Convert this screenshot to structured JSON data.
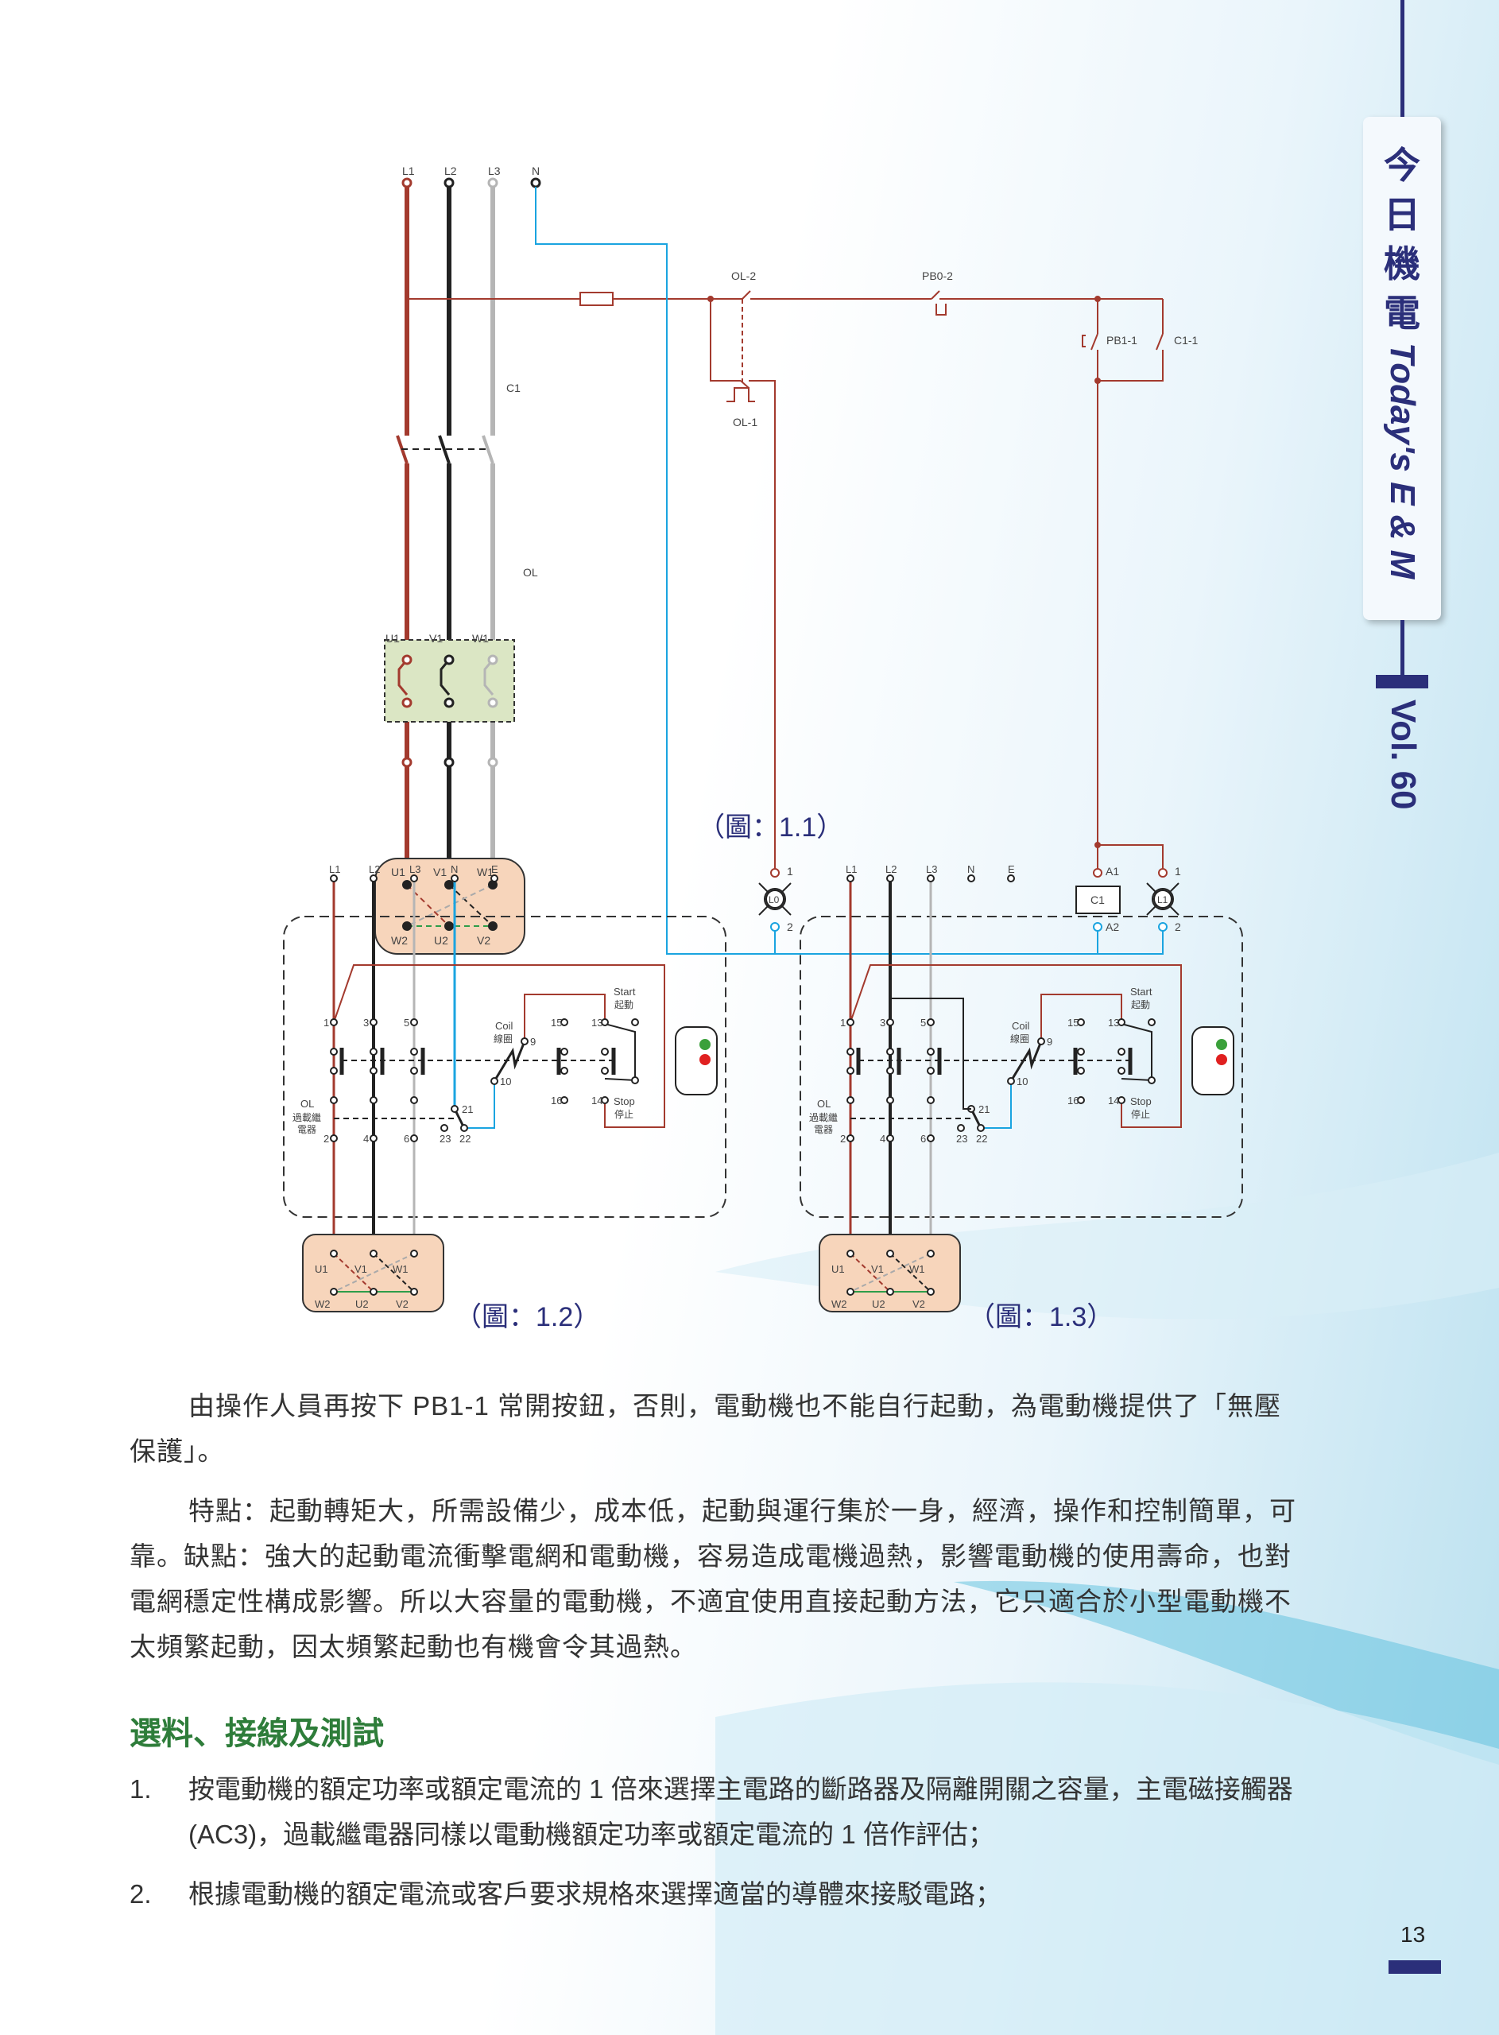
{
  "sidebar": {
    "title_cjk": [
      "今",
      "日",
      "機",
      "電"
    ],
    "title_en": "Today's E & M",
    "volume": "Vol. 60"
  },
  "fig1": {
    "caption": "（圖：1.1）",
    "lines": [
      "L1",
      "L2",
      "L3",
      "N"
    ],
    "contactor": "C1",
    "overload": "OL",
    "motor_top": [
      "U1",
      "V1",
      "W1"
    ],
    "motor_bottom": [
      "W2",
      "U2",
      "V2"
    ],
    "ol2": "OL-2",
    "ol1": "OL-1",
    "pb0": "PB0-2",
    "pb1": "PB1-1",
    "c11": "C1-1",
    "lamp0": "L0",
    "lamp1": "L1",
    "coil": "C1",
    "a1": "A1",
    "a2": "A2",
    "t1": "1",
    "t2": "2"
  },
  "fig2": {
    "caption": "（圖：1.2）",
    "lines": [
      "L1",
      "L2",
      "L3",
      "N",
      "E"
    ],
    "terms_top": [
      "1",
      "3",
      "5"
    ],
    "terms_bottom": [
      "2",
      "4",
      "6"
    ],
    "ol_label": "OL",
    "ol_cjk1": "過載繼",
    "ol_cjk2": "電器",
    "coil_en": "Coil",
    "coil_cjk": "線圈",
    "t9": "9",
    "t10": "10",
    "t15": "15",
    "t16": "16",
    "t13": "13",
    "t14": "14",
    "t21": "21",
    "t22": "22",
    "t23": "23",
    "start_en": "Start",
    "start_cjk": "起動",
    "stop_en": "Stop",
    "stop_cjk": "停止",
    "motor_top": [
      "U1",
      "V1",
      "W1"
    ],
    "motor_bottom": [
      "W2",
      "U2",
      "V2"
    ]
  },
  "fig3": {
    "caption": "（圖：1.3）"
  },
  "body": {
    "p1": "由操作人員再按下 PB1-1 常開按鈕，否則，電動機也不能自行起動，為電動機提供了「無壓保護」。",
    "p2": "特點：起動轉矩大，所需設備少，成本低，起動與運行集於一身，經濟，操作和控制簡單，可靠。缺點：強大的起動電流衝擊電網和電動機，容易造成電機過熱，影響電動機的使用壽命，也對電網穩定性構成影響。所以大容量的電動機，不適宜使用直接起動方法，它只適合於小型電動機不太頻繁起動，因太頻繁起動也有機會令其過熱。",
    "heading": "選料、接線及測試",
    "items": [
      {
        "num": "1.",
        "text": "按電動機的額定功率或額定電流的 1 倍來選擇主電路的斷路器及隔離開關之容量，主電磁接觸器 (AC3)，過載繼電器同樣以電動機額定功率或額定電流的 1 倍作評估；"
      },
      {
        "num": "2.",
        "text": "根據電動機的額定電流或客戶要求規格來選擇適當的導體來接駁電路；"
      }
    ]
  },
  "page_number": "13",
  "colors": {
    "red": "#a33a2e",
    "black": "#222222",
    "gray": "#b5b5b5",
    "blue": "#1aa4e0",
    "navy": "#2b2f7a",
    "green": "#2e7d3a",
    "motor": "#f7d5bb",
    "ol_box": "#dbe6c4"
  }
}
